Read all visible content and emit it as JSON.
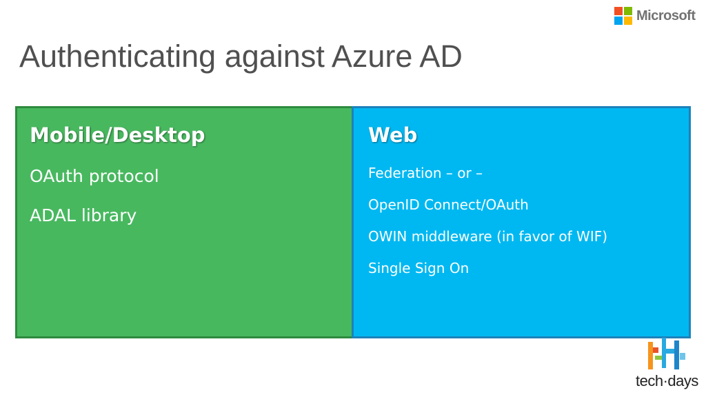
{
  "brand": {
    "name": "Microsoft",
    "logo_colors": [
      "#f25022",
      "#7fba00",
      "#00a4ef",
      "#ffb900"
    ]
  },
  "slide": {
    "title": "Authenticating against Azure AD"
  },
  "panels": {
    "left": {
      "heading": "Mobile/Desktop",
      "color": "#48b85f",
      "items": [
        "OAuth protocol",
        "ADAL library"
      ]
    },
    "right": {
      "heading": "Web",
      "color": "#00b8f1",
      "items": [
        "Federation – or –",
        "OpenID Connect/OAuth",
        "OWIN middleware (in favor of WIF)",
        "Single Sign On"
      ]
    }
  },
  "event": {
    "name": "tech·days"
  }
}
